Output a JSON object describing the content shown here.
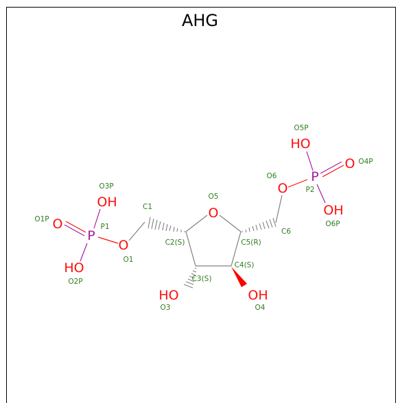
{
  "title": "AHG",
  "colors": {
    "oxygen": "#ff0d0d",
    "phosphorus": "#a020a0",
    "carbon_bond": "#808080",
    "atom_label": "#2e7d1e"
  },
  "atoms": {
    "O1P": "O",
    "P1": "P",
    "O3P": "OH",
    "O2P": "HO",
    "O1": "O",
    "O3": "HO",
    "O4": "OH",
    "O5": "O",
    "O6": "O",
    "P2": "P",
    "O5P": "HO",
    "O4P": "O",
    "O6P": "OH"
  },
  "labels": {
    "O1P": "O1P",
    "P1": "P1",
    "O3P": "O3P",
    "O2P": "O2P",
    "O1": "O1",
    "C1": "C1",
    "C2": "C2(S)",
    "C3": "C3(S)",
    "C4": "C4(S)",
    "C5": "C5(R)",
    "C6": "C6",
    "O3": "O3",
    "O4": "O4",
    "O5": "O5",
    "O6": "O6",
    "P2": "P2",
    "O5P": "O5P",
    "O4P": "O4P",
    "O6P": "O6P"
  }
}
